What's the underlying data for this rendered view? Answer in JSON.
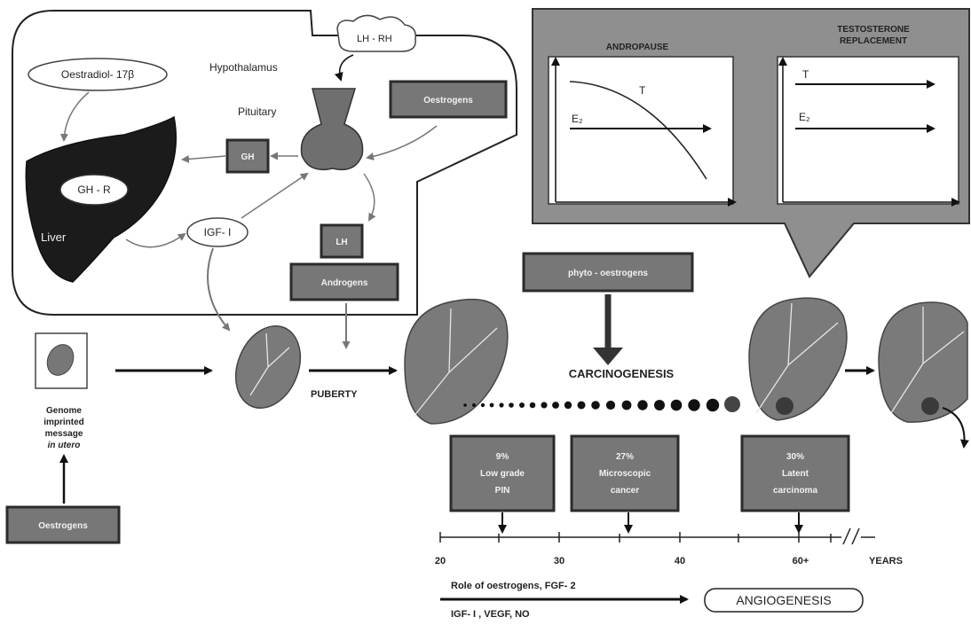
{
  "hypothalamus": {
    "lhrh": "LH - RH",
    "hypothalamus_label": "Hypothalamus",
    "pituitary_label": "Pituitary"
  },
  "liver": {
    "oestradiol": "Oestradiol- 17β",
    "ghr": "GH - R",
    "liver_label": "Liver",
    "gh": "GH",
    "igf": "IGF- I"
  },
  "hormones": {
    "oestrogens_top": "Oestrogens",
    "lh": "LH",
    "androgens": "Androgens",
    "oestrogens_bottom": "Oestrogens"
  },
  "graphs": {
    "andropause_title": "ANDROPAUSE",
    "andropause_t": "T",
    "andropause_e2": "E₂",
    "replacement_title_1": "TESTOSTERONE",
    "replacement_title_2": "REPLACEMENT",
    "replacement_t": "T",
    "replacement_e2": "E₂"
  },
  "timeline": {
    "genome_1": "Genome",
    "genome_2": "imprinted",
    "genome_3": "message",
    "genome_4": "in utero",
    "puberty": "PUBERTY",
    "phyto": "phyto - oestrogens",
    "carcinogenesis": "CARCINOGENESIS",
    "box1_pct": "9%",
    "box1_l1": "Low grade",
    "box1_l2": "PIN",
    "box2_pct": "27%",
    "box2_l1": "Microscopic",
    "box2_l2": "cancer",
    "box3_pct": "30%",
    "box3_l1": "Latent",
    "box3_l2": "carcinoma",
    "axis_20": "20",
    "axis_30": "30",
    "axis_40": "40",
    "axis_60": "60+",
    "years": "YEARS",
    "role_line": "Role of oestrogens, FGF- 2",
    "factors_line": "IGF- I , VEGF, NO",
    "angiogenesis": "ANGIOGENESIS"
  }
}
